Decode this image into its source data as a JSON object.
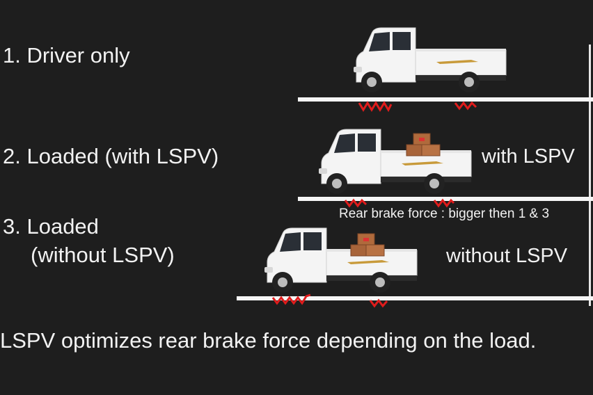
{
  "scenarios": [
    {
      "label": "1. Driver only"
    },
    {
      "label": "2. Loaded (with LSPV)",
      "side_label": "with LSPV",
      "note": "Rear brake force : bigger then 1 & 3"
    },
    {
      "label_line1": "3. Loaded",
      "label_line2": "(without LSPV)",
      "side_label": "without LSPV"
    }
  ],
  "footer": "LSPV optimizes rear brake force depending on the load.",
  "colors": {
    "background": "#1e1e1e",
    "text": "#f2f2f2",
    "road": "#f5f5f5",
    "brake_force": "#e01c1c",
    "truck_body": "#f4f4f4",
    "cargo_box": "#b06a3c"
  },
  "icons": [
    "pickup-truck-icon",
    "cargo-box-icon",
    "brake-force-spring-icon"
  ]
}
